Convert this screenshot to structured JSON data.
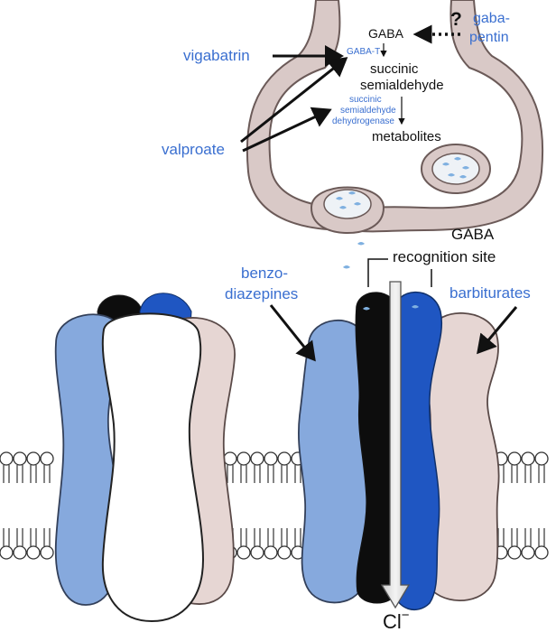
{
  "colors": {
    "membrane_fill": "#d9c9c7",
    "membrane_stroke": "#6b5a58",
    "label_blue": "#3a6fd0",
    "subunit_light_blue": "#86a9dd",
    "subunit_dark_blue": "#1f56c2",
    "subunit_black": "#0d0d0d",
    "subunit_pink": "#e6d6d3",
    "arrow_black": "#111111",
    "vesicle_fill": "#eef2f6",
    "gaba_dots": "#7fb0e0"
  },
  "labels": {
    "gaba_top": "GABA",
    "question": "?",
    "gabapentin_line1": "gaba-",
    "gabapentin_line2": "pentin",
    "vigabatrin": "vigabatrin",
    "gaba_t": "GABA-T",
    "succinic_semialdehyde_line1": "succinic",
    "succinic_semialdehyde_line2": "semialdehyde",
    "ssadh_line1": "succinic",
    "ssadh_line2": "semialdehyde",
    "ssadh_line3": "dehydrogenase",
    "metabolites": "metabolites",
    "valproate": "valproate",
    "gaba_bottom": "GABA",
    "recognition_site": "recognition site",
    "benzodiazepines_line1": "benzo-",
    "benzodiazepines_line2": "diazepines",
    "barbiturates": "barbiturates",
    "chloride": "Cl",
    "chloride_sup": "−"
  }
}
